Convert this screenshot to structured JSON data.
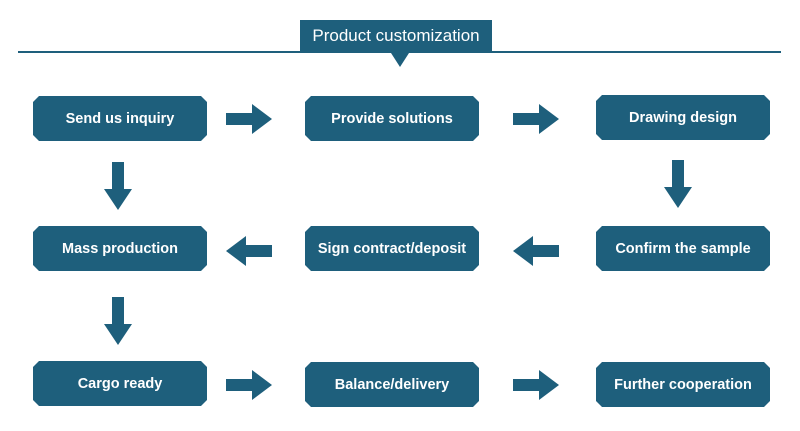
{
  "header": {
    "title": "Product customization"
  },
  "steps": [
    {
      "id": "send-inquiry",
      "label": "Send us inquiry"
    },
    {
      "id": "provide-solutions",
      "label": "Provide solutions"
    },
    {
      "id": "drawing-design",
      "label": "Drawing design"
    },
    {
      "id": "confirm-sample",
      "label": "Confirm the sample"
    },
    {
      "id": "sign-contract",
      "label": "Sign contract/deposit"
    },
    {
      "id": "mass-production",
      "label": "Mass production"
    },
    {
      "id": "cargo-ready",
      "label": "Cargo ready"
    },
    {
      "id": "balance-delivery",
      "label": "Balance/delivery"
    },
    {
      "id": "further-cooperation",
      "label": "Further cooperation"
    }
  ],
  "colors": {
    "accent": "#1e5f7c",
    "background": "#ffffff",
    "text_on_accent": "#ffffff"
  }
}
